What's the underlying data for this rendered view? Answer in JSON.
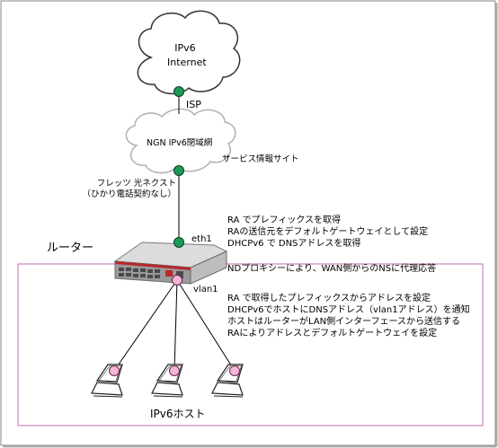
{
  "cloud_internet": {
    "line1": "IPv6",
    "line2": "Internet"
  },
  "isp_label": "ISP",
  "cloud_ngn": {
    "label": "NGN IPv6閉域網"
  },
  "service_site_label": "サービス情報サイト",
  "flets": {
    "line1": "フレッツ 光ネクスト",
    "line2": "（ひかり電話契約なし）"
  },
  "eth1_label": "eth1",
  "router_label": "ルーター",
  "vlan1_label": "vlan1",
  "wan_notes": [
    "RA でプレフィックスを取得",
    "RAの送信元をデフォルトゲートウェイとして設定",
    "DHCPv6 で DNSアドレスを取得"
  ],
  "nd_proxy_note": "NDプロキシーにより、WAN側からのNSに代理応答",
  "lan_notes": [
    "RA で取得したプレフィックスからアドレスを設定",
    "DHCPv6でホストにDNSアドレス（vlan1アドレス）を通知",
    "ホストはルーターがLAN側インターフェースから送信する",
    "RAによりアドレスとデフォルトゲートウェイを設定"
  ],
  "host_label": "IPv6ホスト",
  "colors": {
    "node_green": "#1f9a55",
    "node_pink": "#f5b5d8",
    "router_red": "#b8282a",
    "lan_border": "#c46ab2"
  }
}
